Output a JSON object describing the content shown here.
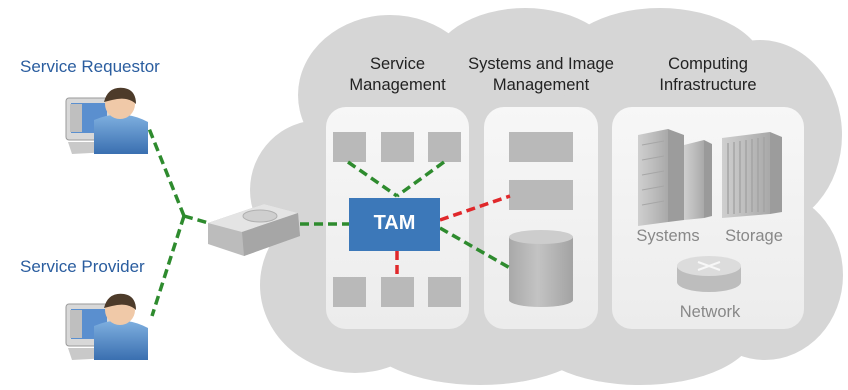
{
  "actors": {
    "requestor": "Service Requestor",
    "provider": "Service Provider"
  },
  "columns": {
    "service_management": [
      "Service",
      "Management"
    ],
    "systems_image_management": [
      "Systems and Image",
      "Management"
    ],
    "computing_infrastructure": [
      "Computing",
      "Infrastructure"
    ]
  },
  "hub": {
    "label": "TAM",
    "color": "#3c78b9"
  },
  "infrastructure": {
    "systems": "Systems",
    "storage": "Storage",
    "network": "Network"
  },
  "colors": {
    "cloud": "#d6d6d6",
    "panel": "#f2f2f2",
    "block": "#b9b9b9",
    "green_link": "#2e8b2e",
    "red_link": "#e0282b"
  },
  "icons": [
    "user-at-computer-icon",
    "gateway-router-icon",
    "server-rack-icon",
    "storage-array-icon",
    "network-switch-icon",
    "database-cylinder-icon"
  ]
}
